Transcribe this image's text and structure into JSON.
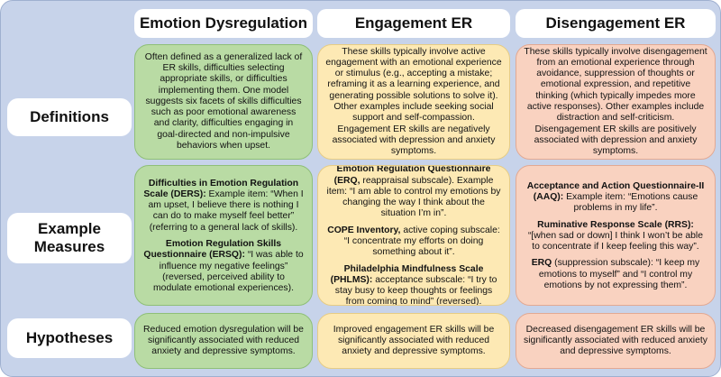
{
  "headers": {
    "col1": "Emotion Dysregulation",
    "col2": "Engagement ER",
    "col3": "Disengagement ER"
  },
  "rows": {
    "definitions": "Definitions",
    "measures": "Example Measures",
    "hypotheses": "Hypotheses"
  },
  "definitions": {
    "dysregulation": "Often defined as a generalized lack of ER skills, difficulties selecting appropriate skills, or difficulties implementing them. One model suggests six facets of skills difficulties such as poor emotional awareness and clarity, difficulties engaging in goal-directed and non-impulsive behaviors when upset.",
    "engagement": "These skills typically involve active engagement with an emotional experience or stimulus (e.g., accepting a mistake; reframing it as a learning experience, and generating possible solutions to solve it). Other examples include seeking social support and self-compassion. Engagement ER skills are negatively associated with depression and anxiety symptoms.",
    "disengagement": "These skills typically involve disengagement from an emotional experience through avoidance, suppression of thoughts or emotional expression, and repetitive thinking (which typically impedes more active responses). Other examples include distraction and self-criticism. Disengagement ER skills are positively associated with depression and anxiety symptoms."
  },
  "measures": {
    "dysregulation": [
      {
        "name": "Difficulties in Emotion Regulation Scale (DERS):",
        "text": " Example item: “When I am upset, I believe there is nothing I can do to make myself feel better” (referring to a general lack of skills)."
      },
      {
        "name": "Emotion Regulation Skills Questionnaire (ERSQ):",
        "text": " “I was able to influence my negative feelings” (reversed, perceived ability to modulate emotional experiences)."
      }
    ],
    "engagement": [
      {
        "name": "Emotion Regulation Questionnaire (ERQ,",
        "text": " reappraisal subscale). Example item: “I am able to control my emotions by changing the way I think about the situation I’m in”."
      },
      {
        "name": "COPE Inventory,",
        "text": " active coping subscale: “I concentrate my efforts on doing something about it”."
      },
      {
        "name": "Philadelphia Mindfulness Scale (PHLMS):",
        "text": " acceptance subscale: “I try to stay busy to keep thoughts or feelings from coming to mind” (reversed)."
      }
    ],
    "disengagement": [
      {
        "name": "Acceptance and Action Questionnaire-II (AAQ):",
        "text": " Example item: “Emotions cause problems in my life”."
      },
      {
        "name": "Ruminative Response Scale (RRS):",
        "text": " “[when sad or down] I think I won’t be able to concentrate if I keep feeling this way”."
      },
      {
        "name": "ERQ",
        "text": " (suppression subscale): “I keep my emotions to myself” and “I control my emotions by not expressing them”."
      }
    ]
  },
  "hypotheses": {
    "dysregulation": "Reduced emotion dysregulation will be significantly associated with reduced anxiety and depressive symptoms.",
    "engagement": "Improved engagement ER skills will be significantly associated with reduced anxiety and depressive symptoms.",
    "disengagement": "Decreased disengagement ER skills will be significantly associated with reduced anxiety and depressive symptoms."
  },
  "colors": {
    "background": "#c7d3ea",
    "dysregulation": "#b9dba4",
    "engagement": "#fde9b4",
    "disengagement": "#f9d2c0"
  }
}
